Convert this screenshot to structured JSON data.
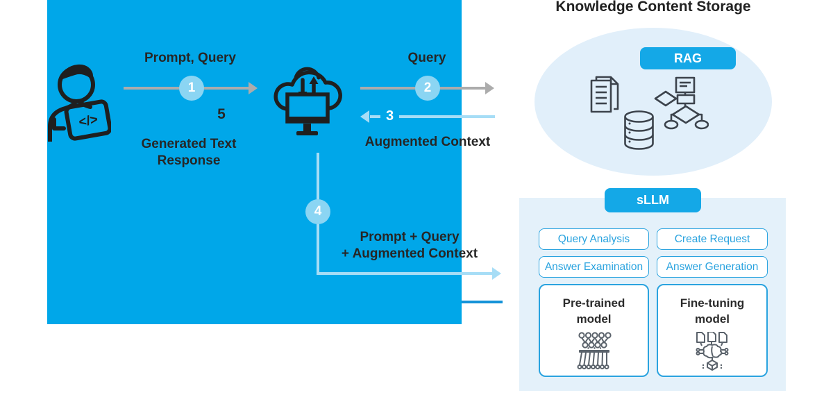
{
  "colors": {
    "accent_blue": "#00A7E9",
    "badge_blue": "#14A8E7",
    "circle_light_blue": "#8BD5F3",
    "arrow_gray": "#ACACAC",
    "arrow_light_blue": "#A6DDF6",
    "line_dark_blue": "#1593D8",
    "text_dark": "#262626",
    "ellipse_bg": "#E1EFFA",
    "panel_bg": "#E4F1FA",
    "button_border_blue": "#2AA3DF",
    "icon_gray": "#5A626B",
    "icon_dark": "#1F1F1F"
  },
  "flow": {
    "step1": {
      "num": "1",
      "label": "Prompt, Query"
    },
    "step2": {
      "num": "2",
      "label": "Query"
    },
    "step3": {
      "num": "3",
      "label": "Augmented Context"
    },
    "step4": {
      "num": "4",
      "label_line1": "Prompt + Query",
      "label_line2": "+ Augmented Context"
    },
    "step5": {
      "num": "5",
      "label_line1": "Generated Text",
      "label_line2": "Response"
    }
  },
  "user": {
    "laptop_glyph": "</>"
  },
  "storage": {
    "title": "Knowledge Content Storage",
    "badge": "RAG",
    "icons": [
      "documents-icon",
      "database-icon",
      "flowchart-icon"
    ]
  },
  "sllm": {
    "badge": "sLLM",
    "buttons": [
      "Query Analysis",
      "Create Request",
      "Answer Examination",
      "Answer Generation"
    ],
    "models": [
      {
        "line1": "Pre-trained",
        "line2": "model",
        "icon": "neural-network-icon"
      },
      {
        "line1": "Fine-tuning",
        "line2": "model",
        "icon": "fine-tuning-icon"
      }
    ]
  }
}
